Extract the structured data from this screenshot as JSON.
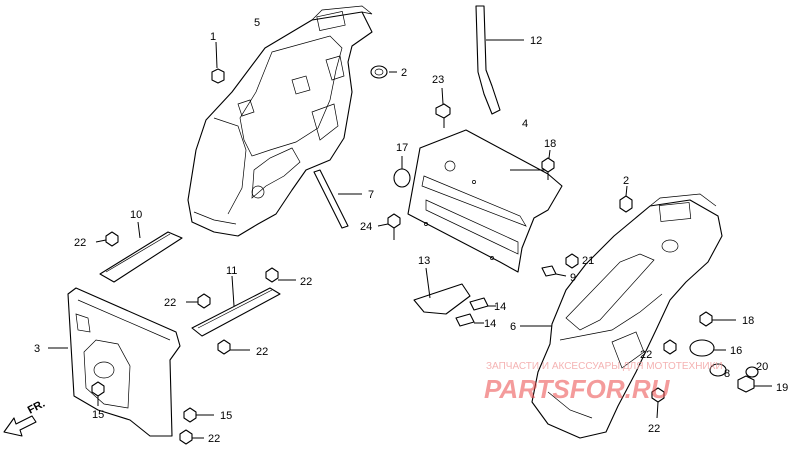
{
  "diagram": {
    "callouts": [
      {
        "id": "c1",
        "text": "1"
      },
      {
        "id": "c5",
        "text": "5"
      },
      {
        "id": "c2a",
        "text": "2"
      },
      {
        "id": "c12",
        "text": "12"
      },
      {
        "id": "c23",
        "text": "23"
      },
      {
        "id": "c4",
        "text": "4"
      },
      {
        "id": "c18a",
        "text": "18"
      },
      {
        "id": "c17",
        "text": "17"
      },
      {
        "id": "c7",
        "text": "7"
      },
      {
        "id": "c2b",
        "text": "2"
      },
      {
        "id": "c10",
        "text": "10"
      },
      {
        "id": "c22a",
        "text": "22"
      },
      {
        "id": "c24",
        "text": "24"
      },
      {
        "id": "c11",
        "text": "11"
      },
      {
        "id": "c22b",
        "text": "22"
      },
      {
        "id": "c22c",
        "text": "22"
      },
      {
        "id": "c22d",
        "text": "22"
      },
      {
        "id": "c13",
        "text": "13"
      },
      {
        "id": "c9",
        "text": "9"
      },
      {
        "id": "c21",
        "text": "21"
      },
      {
        "id": "c14a",
        "text": "14"
      },
      {
        "id": "c14b",
        "text": "14"
      },
      {
        "id": "c6",
        "text": "6"
      },
      {
        "id": "c18b",
        "text": "18"
      },
      {
        "id": "c3",
        "text": "3"
      },
      {
        "id": "c16",
        "text": "16"
      },
      {
        "id": "c22e",
        "text": "22"
      },
      {
        "id": "c8",
        "text": "8"
      },
      {
        "id": "c20",
        "text": "20"
      },
      {
        "id": "c19",
        "text": "19"
      },
      {
        "id": "c15a",
        "text": "15"
      },
      {
        "id": "c15b",
        "text": "15"
      },
      {
        "id": "c22f",
        "text": "22"
      },
      {
        "id": "c22g",
        "text": "22"
      }
    ],
    "direction_label": "FR.",
    "watermark_caption": "ЗАПЧАСТИ И АКСЕССУАРЫ ДЛЯ МОТОТЕХНИКИ",
    "watermark_logo": "PARTSFOR.RU",
    "colors": {
      "watermark": "#ec4b4b",
      "ink": "#000000"
    }
  }
}
